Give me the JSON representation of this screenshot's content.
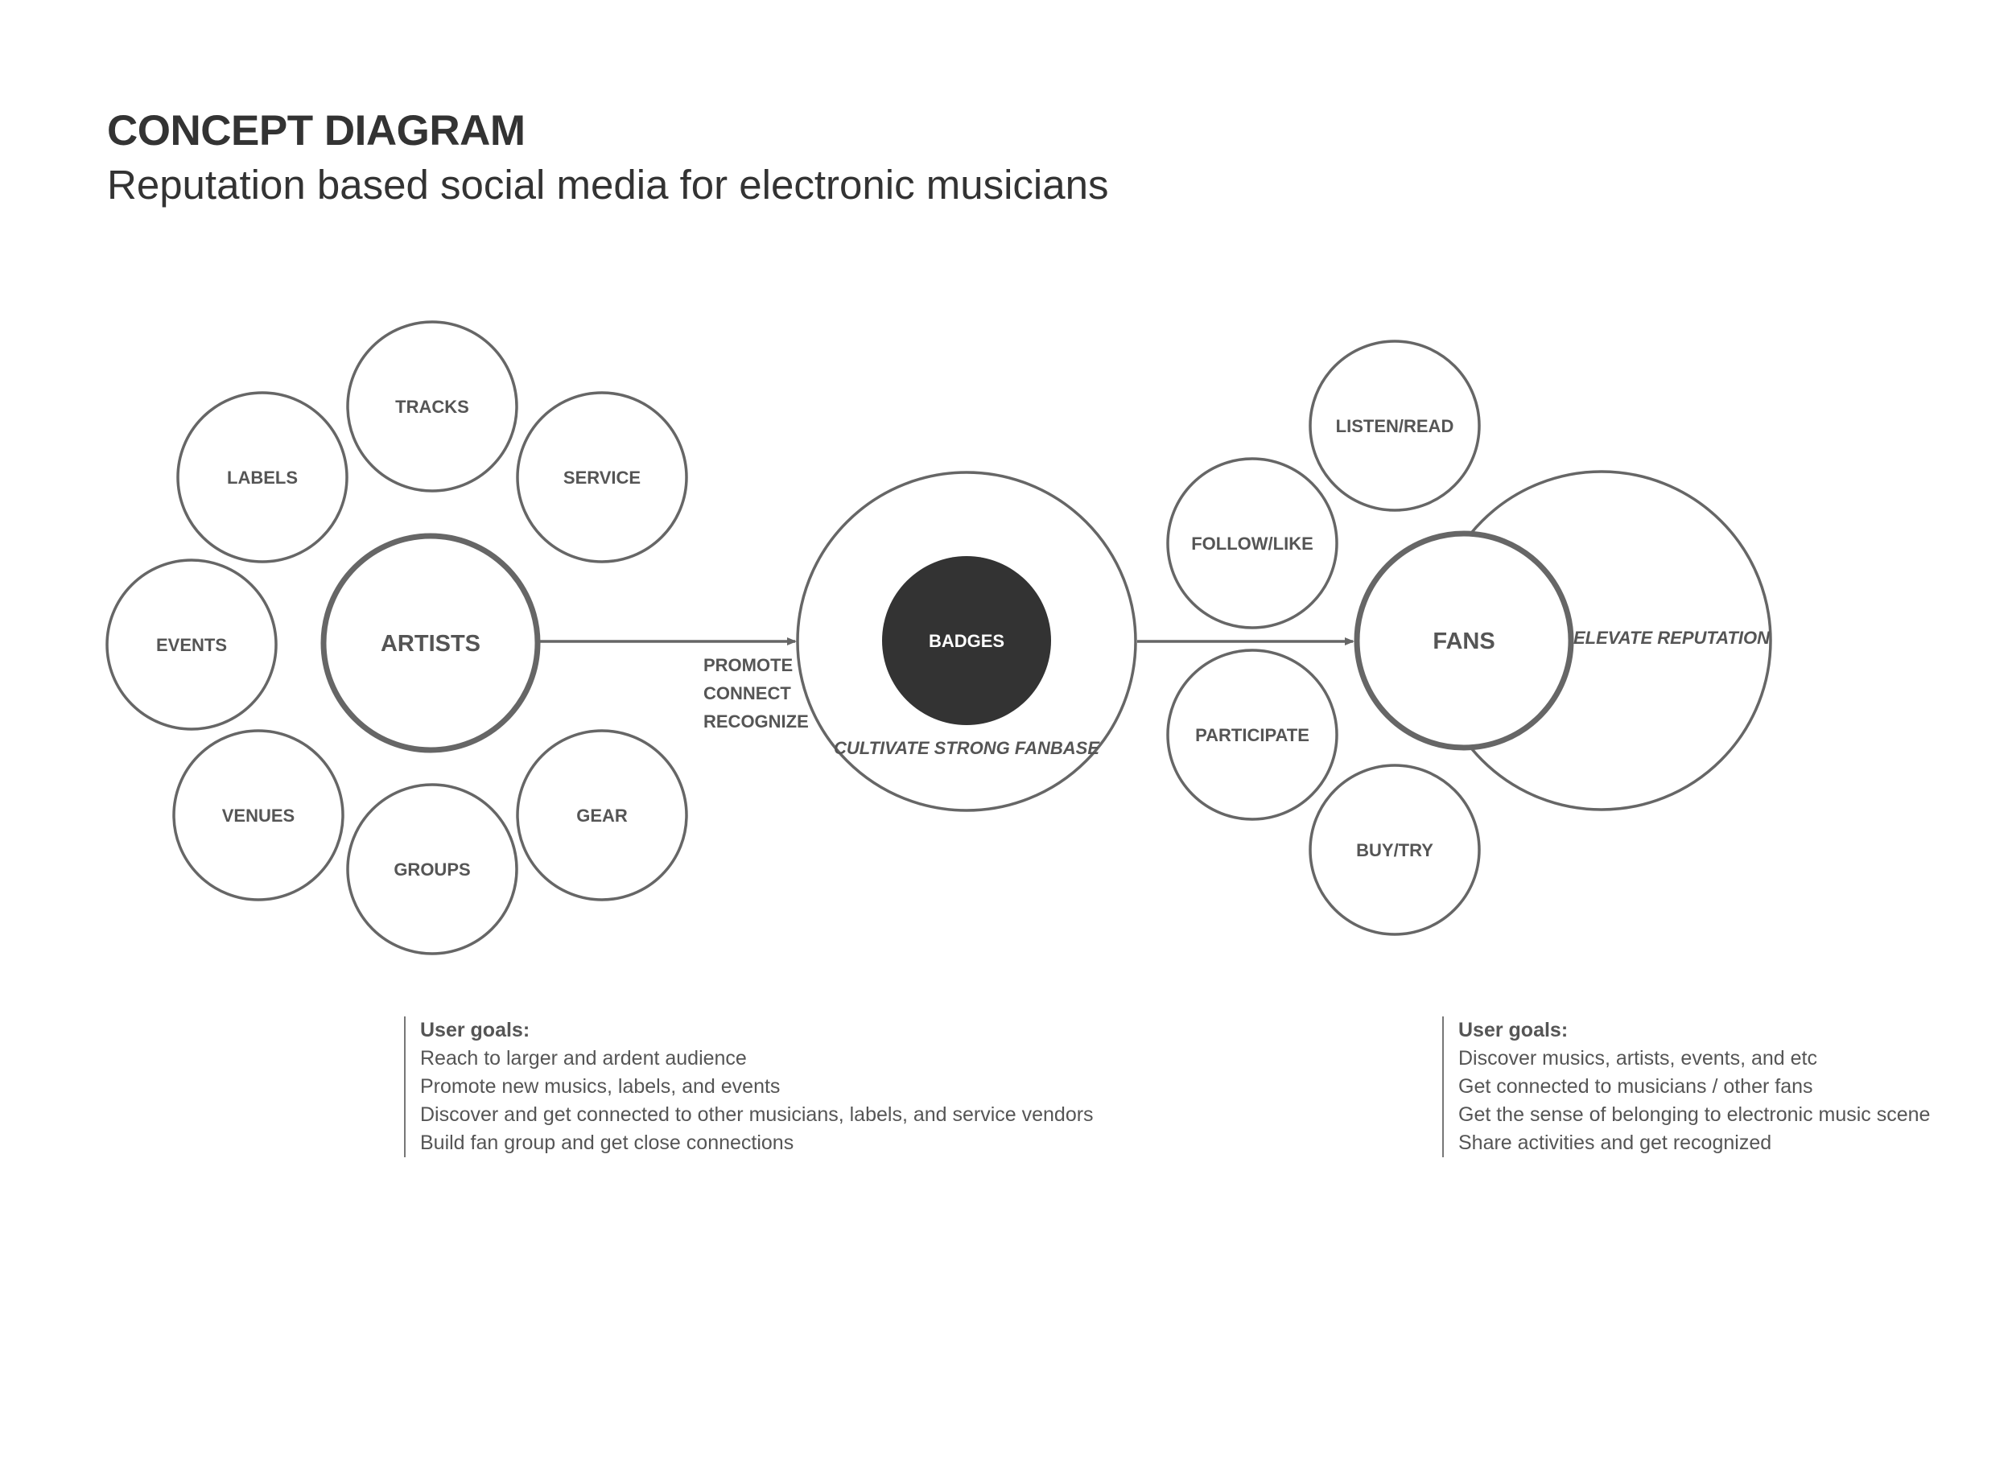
{
  "header": {
    "title": "CONCEPT DIAGRAM",
    "subtitle": "Reputation based social media for electronic musicians"
  },
  "artists_cluster": {
    "center": "ARTISTS",
    "satellites": {
      "tracks": "TRACKS",
      "labels": "LABELS",
      "service": "SERVICE",
      "events": "EVENTS",
      "venues": "VENUES",
      "groups": "GROUPS",
      "gear": "GEAR"
    }
  },
  "connector_actions": [
    "PROMOTE",
    "CONNECT",
    "RECOGNIZE"
  ],
  "badges_hub": {
    "center": "BADGES",
    "caption": "CULTIVATE STRONG FANBASE"
  },
  "fans_cluster": {
    "center": "FANS",
    "outer_caption": "ELEVATE REPUTATION",
    "satellites": {
      "listen_read": "LISTEN/READ",
      "follow_like": "FOLLOW/LIKE",
      "participate": "PARTICIPATE",
      "buy_try": "BUY/TRY"
    }
  },
  "artist_goals": {
    "title": "User goals:",
    "items": [
      "Reach to larger and ardent audience",
      "Promote new musics, labels, and events",
      "Discover and get connected to other musicians, labels, and service vendors",
      "Build fan group and get close connections"
    ]
  },
  "fan_goals": {
    "title": "User goals:",
    "items": [
      "Discover musics, artists, events, and etc",
      "Get connected to musicians / other fans",
      "Get the sense of belonging to electronic music scene",
      "Share activities and get recognized"
    ]
  },
  "colors": {
    "stroke": "#666666",
    "text": "#555555",
    "badge_fill": "#333333",
    "badge_text": "#ffffff"
  }
}
